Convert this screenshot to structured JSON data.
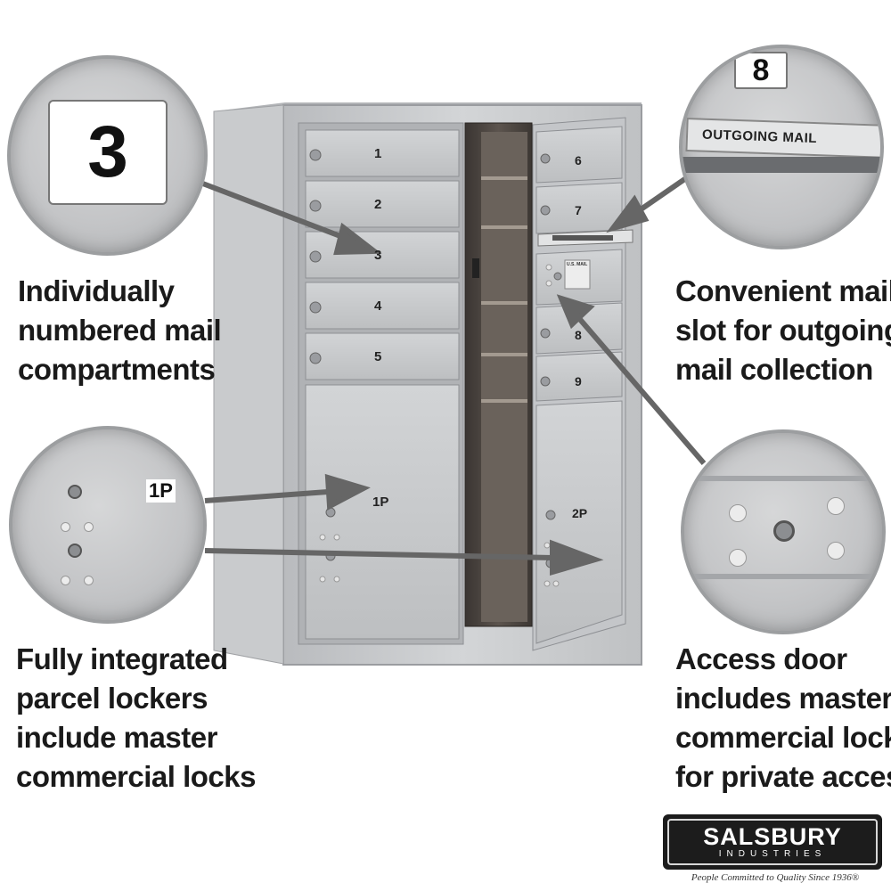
{
  "callouts": {
    "compartments": [
      "Individually",
      "numbered mail",
      "compartments"
    ],
    "mail_slot": [
      "Convenient mail",
      "slot for outgoing",
      "mail collection"
    ],
    "parcel_lockers": [
      "Fully integrated",
      "parcel lockers",
      "include master",
      "commercial locks"
    ],
    "access_door": [
      "Access door",
      "includes master",
      "commercial lock",
      "for private access"
    ]
  },
  "zoom_labels": {
    "compartment_number": "3",
    "top_right_number": "8",
    "outgoing_mail": "OUTGOING MAIL",
    "parcel_label": "1P"
  },
  "mailbox": {
    "left_doors": [
      "1",
      "2",
      "3",
      "4",
      "5"
    ],
    "right_doors": [
      "6",
      "7",
      "8",
      "9"
    ],
    "parcel_left": "1P",
    "parcel_right": "2P",
    "usps_plate": "U.S. MAIL"
  },
  "brand": {
    "name": "SALSBURY",
    "sub": "INDUSTRIES",
    "tagline": "People Committed to Quality Since 1936®"
  },
  "colors": {
    "aluminum": "#c6c8ca",
    "arrow": "#666666",
    "text": "#1a1a1a"
  }
}
